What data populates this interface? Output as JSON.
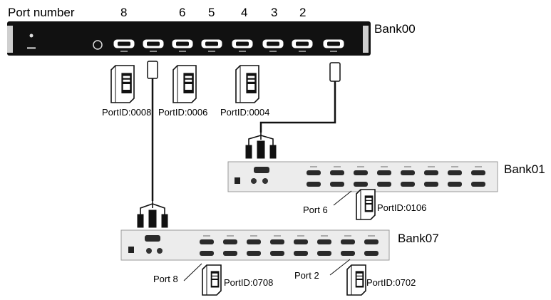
{
  "header": {
    "title": "Port number",
    "port_numbers": [
      "8",
      "6",
      "5",
      "4",
      "3",
      "2"
    ]
  },
  "banks": {
    "bank00": "Bank00",
    "bank01": "Bank01",
    "bank07": "Bank07"
  },
  "computers": [
    {
      "id": "PortID:0008"
    },
    {
      "id": "PortID:0006"
    },
    {
      "id": "PortID:0004"
    },
    {
      "id": "PortID:0106"
    },
    {
      "id": "PortID:0708"
    },
    {
      "id": "PortID:0702"
    }
  ],
  "port_labels": {
    "bank01_port": "Port 6",
    "bank07_port_a": "Port 8",
    "bank07_port_b": "Port 2"
  },
  "colors": {
    "rack": "#111111",
    "panel": "#ececec",
    "panel_border": "#9a9a9a",
    "cable": "#111111",
    "port": "#2a2a2a"
  }
}
